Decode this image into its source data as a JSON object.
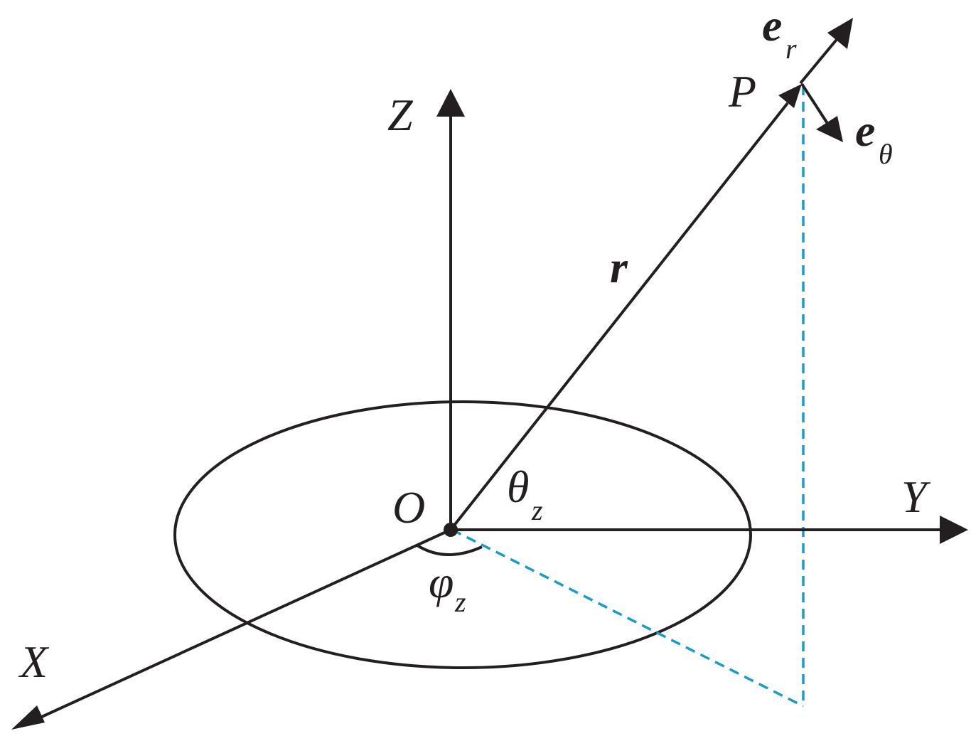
{
  "labels": {
    "z_axis": "Z",
    "y_axis": "Y",
    "x_axis": "X",
    "origin": "O",
    "point": "P",
    "radius": "r",
    "e_r_base": "e",
    "e_r_sub": "r",
    "e_theta_base": "e",
    "e_theta_sub": "θ",
    "theta_base": "θ",
    "theta_sub": "z",
    "phi_base": "φ",
    "phi_sub": "z"
  },
  "colors": {
    "ink": "#231f20",
    "projection": "#1a9bc9"
  }
}
